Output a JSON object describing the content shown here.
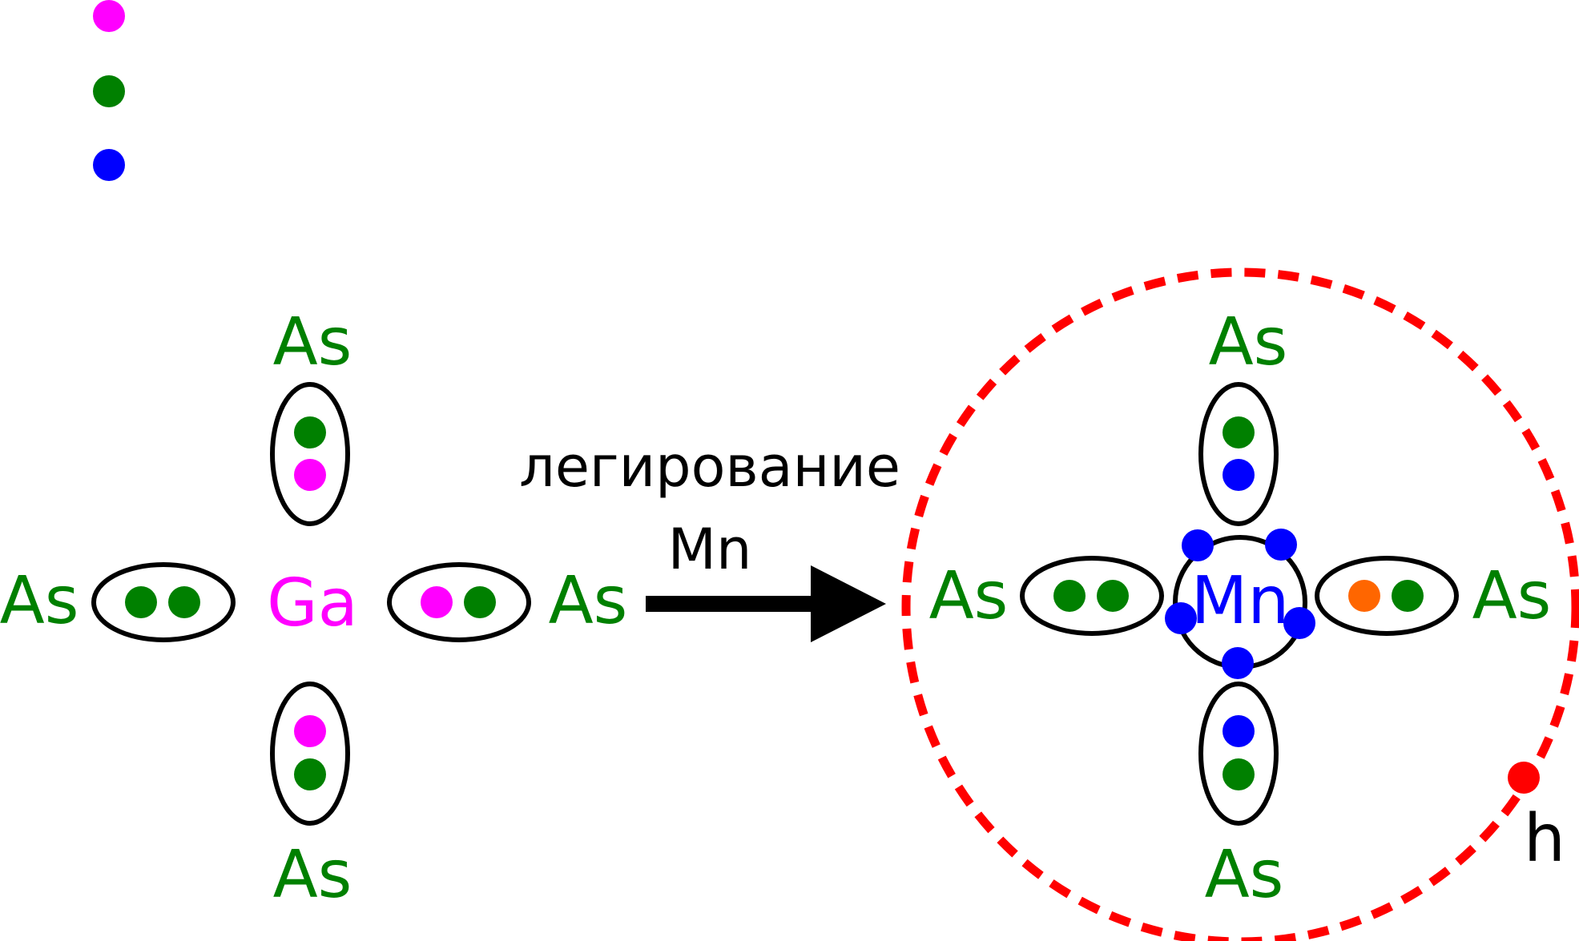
{
  "colors": {
    "ga": "#ff00ff",
    "as": "#008000",
    "mn": "#0000ff",
    "extra": "#ff6600",
    "hole": "#ff0000",
    "line": "#000000"
  },
  "legend": [
    {
      "color_key": "ga",
      "label": ""
    },
    {
      "color_key": "as",
      "label": ""
    },
    {
      "color_key": "mn",
      "label": ""
    }
  ],
  "left_cell": {
    "center": "Ga",
    "as_top": "As",
    "as_bottom": "As",
    "as_left": "As",
    "as_right": "As"
  },
  "arrow": {
    "line1": "легирование",
    "line2": "Mn"
  },
  "right_cell": {
    "center": "Mn",
    "as_top": "As",
    "as_bottom": "As",
    "as_left": "As",
    "as_right": "As",
    "hole_label": "h"
  }
}
